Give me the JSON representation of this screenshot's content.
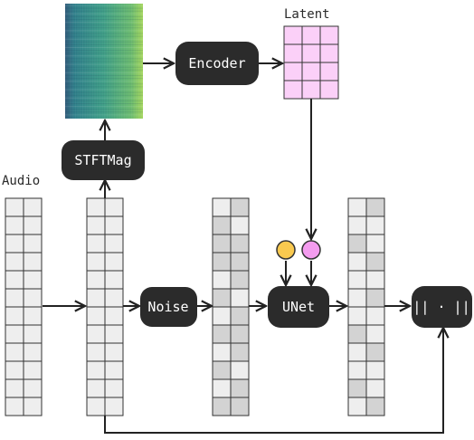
{
  "labels": {
    "audio": "Audio",
    "latent": "Latent"
  },
  "blocks": {
    "stft": "STFTMag",
    "encoder": "Encoder",
    "noise": "Noise",
    "unet": "UNet",
    "norm": "|| · ||"
  },
  "colors": {
    "block_fill": "#2b2b2b",
    "cell_light": "#eeeeee",
    "cell_dark": "#d3d3d3",
    "latent_fill": "#fbd0f8",
    "cond_yellow": "#f9c94f",
    "cond_pink": "#f49cef",
    "spectrogram_low": "#3a6b8a",
    "spectrogram_high": "#a4d65a"
  }
}
